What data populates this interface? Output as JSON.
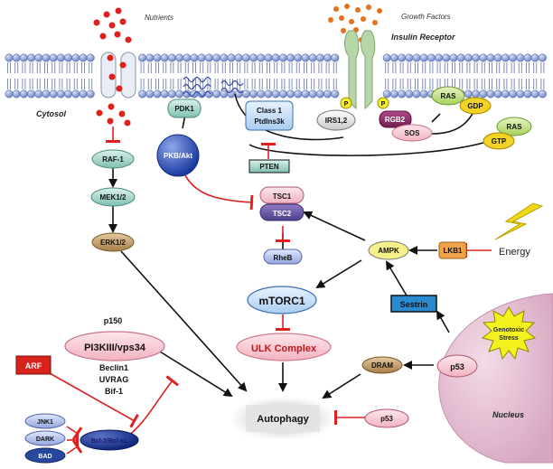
{
  "labels": {
    "nutrients": "Nutrients",
    "growth_factors": "Growth Factors",
    "insulin_receptor": "Insulin Receptor",
    "cytosol": "Cytosol",
    "nucleus": "Nucleus",
    "energy": "Energy",
    "genotoxic_stress_line1": "Genotoxic",
    "genotoxic_stress_line2": "Stress",
    "p150": "p150"
  },
  "nodes": {
    "pdk1": "PDK1",
    "class1": "Class 1",
    "ptdins3k": "PtdIns3k",
    "irs": "IRS1,2",
    "p_left": "P",
    "p_right": "P",
    "rgb2": "RGB2",
    "sos": "SOS",
    "ras_top": "RAS",
    "gdp": "GDP",
    "ras_bottom": "RAS",
    "gtp": "GTP",
    "raf1": "RAF-1",
    "mek": "MEK1/2",
    "erk": "ERK1/2",
    "pkb": "PKB/Akt",
    "pten": "PTEN",
    "tsc1": "TSC1",
    "tsc2": "TSC2",
    "rheb": "RheB",
    "mtorc1": "mTORC1",
    "ulk": "ULK Complex",
    "ampk": "AMPK",
    "lkb1": "LKB1",
    "sestrin": "Sestrin",
    "dram": "DRAM",
    "p53_nucleus": "p53",
    "p53_bottom": "p53",
    "autophagy": "Autophagy",
    "pi3k": "PI3KIII/vps34",
    "beclin": "Beclin1",
    "uvrag": "UVRAG",
    "bif": "Bif-1",
    "arf": "ARF",
    "jnk1": "JNK1",
    "dark": "DARK",
    "bad": "BAD",
    "bcl2": "Bcl-2/Bcl-xL"
  }
}
